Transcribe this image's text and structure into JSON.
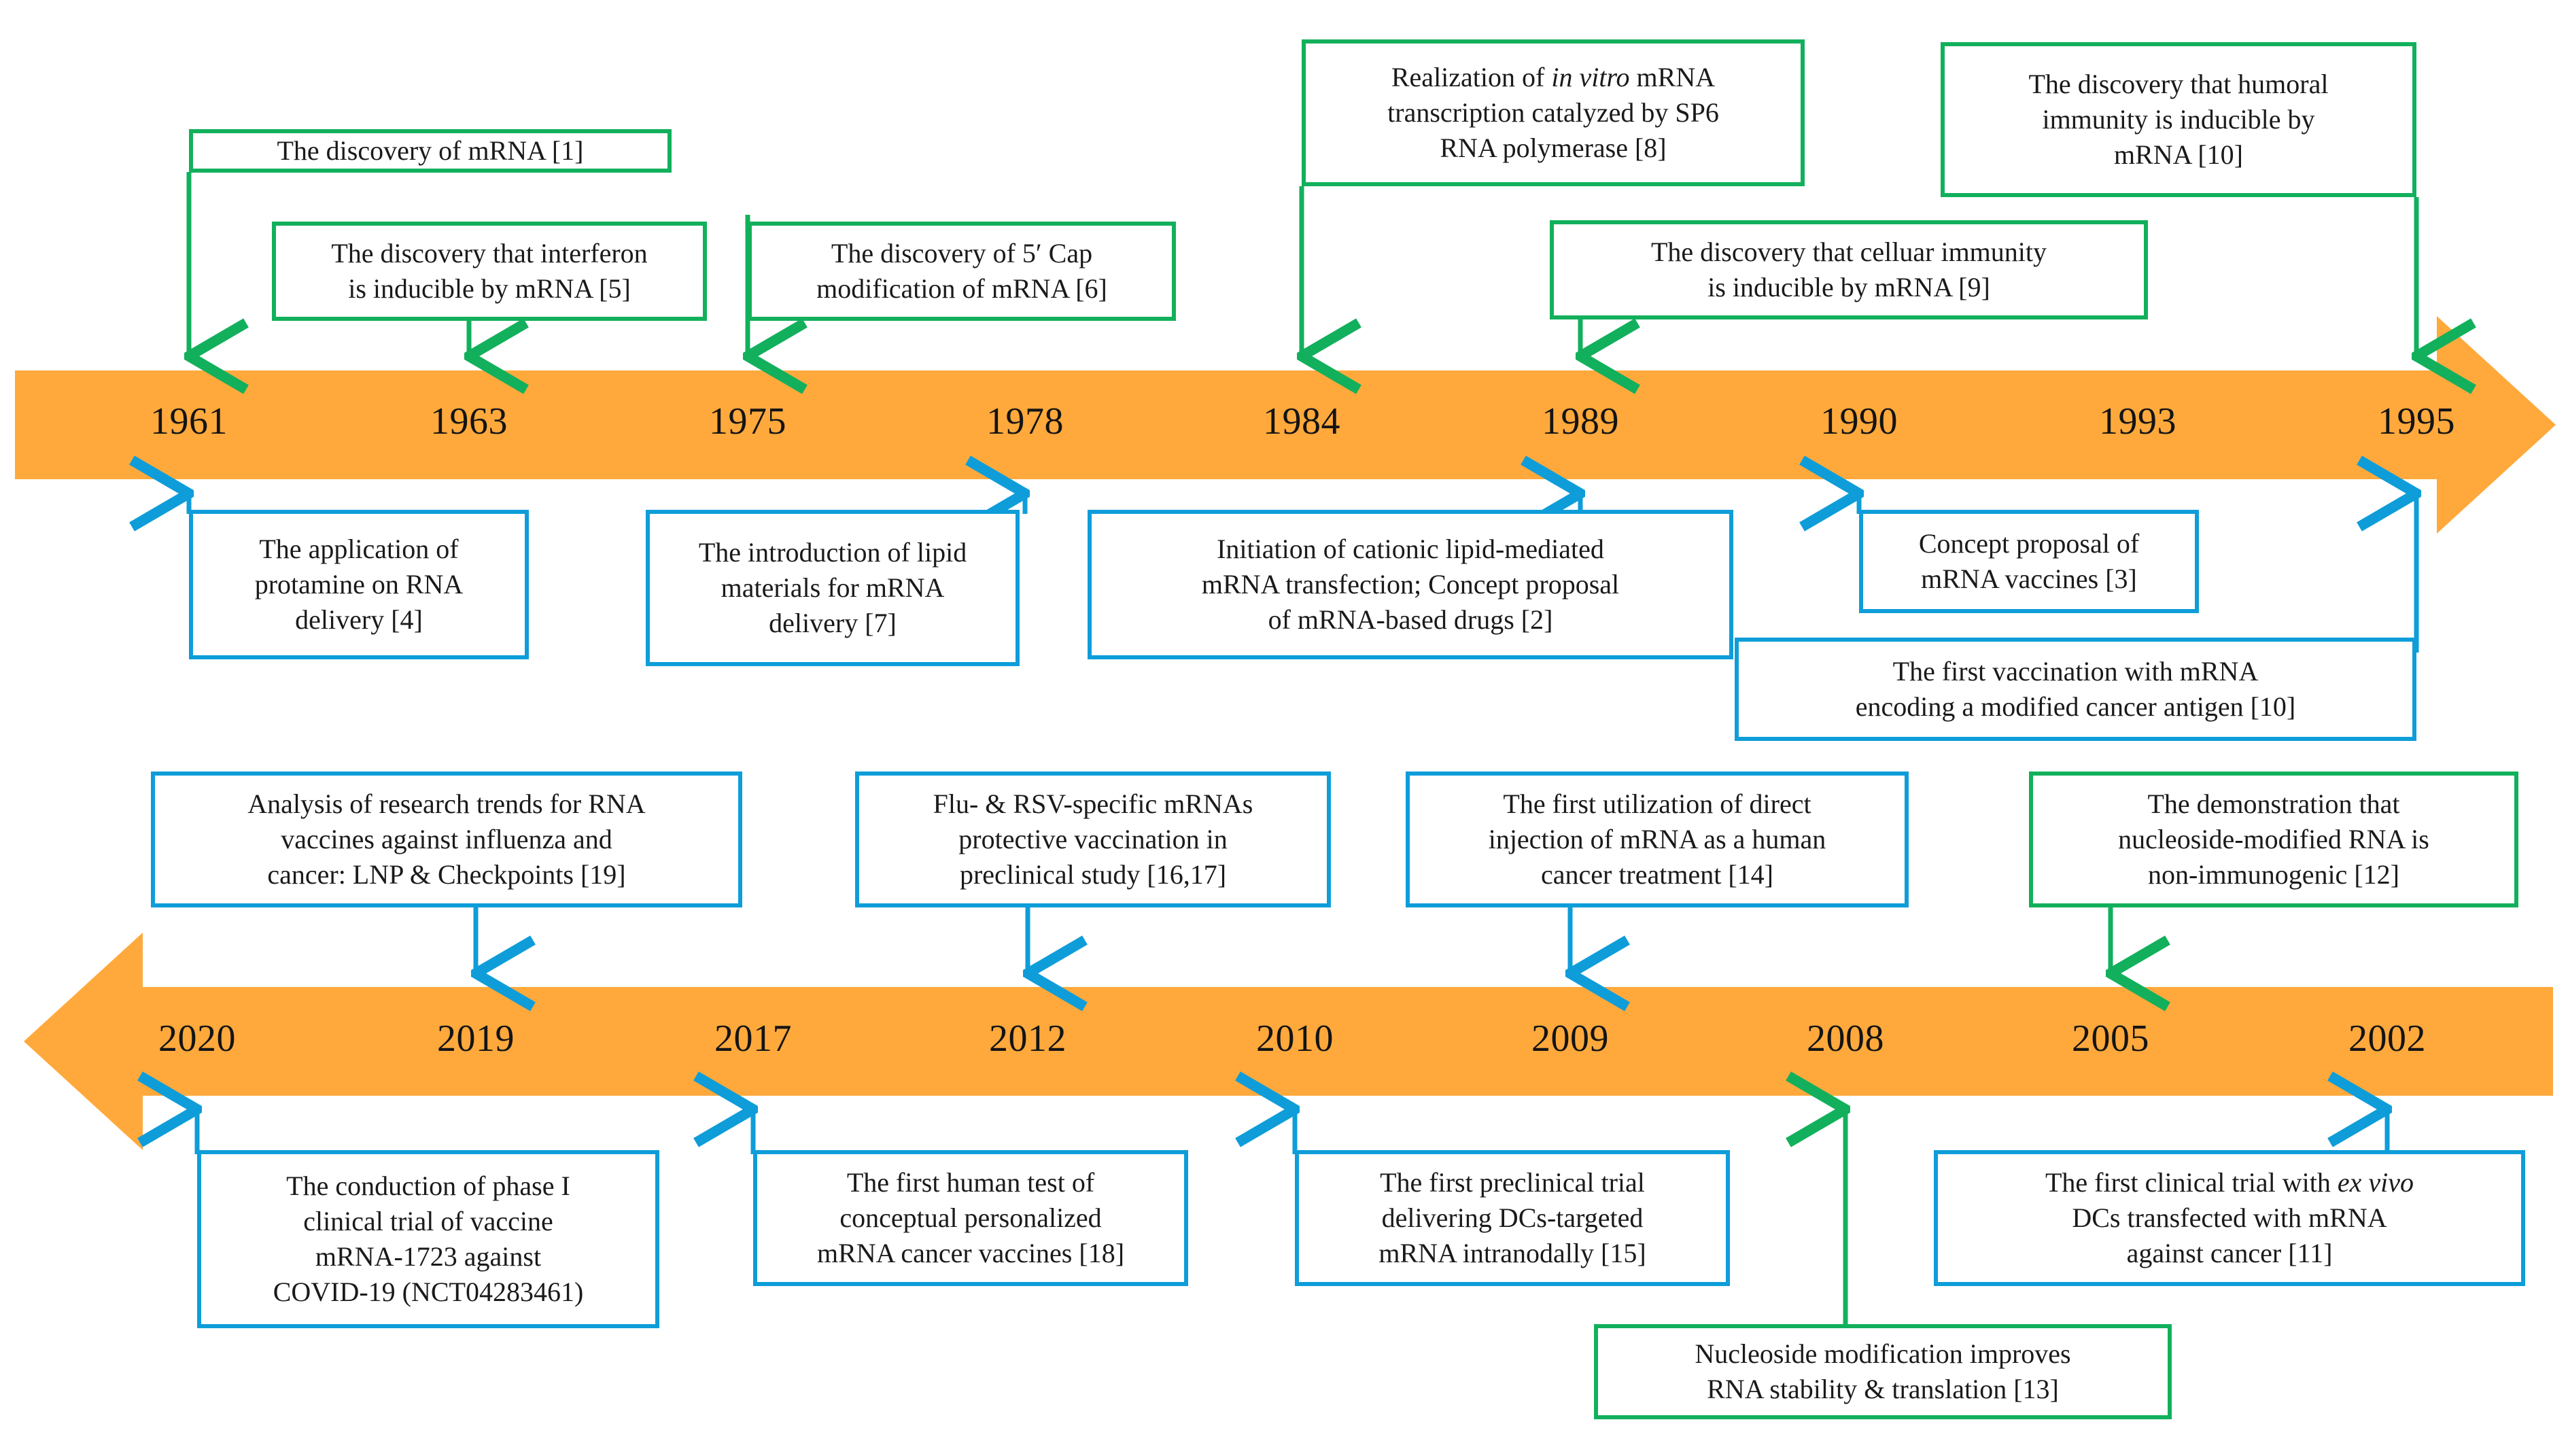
{
  "figure": {
    "type": "timeline",
    "orientation_row1": "left-to-right",
    "orientation_row2": "right-to-left (reverse chronological)",
    "colors": {
      "timeline_bar": "#FFA93C",
      "green_accent": "#12B05C",
      "blue_accent": "#0E9DD9",
      "text": "#141414",
      "background": "#FFFFFF"
    }
  },
  "timeline_1": {
    "years": [
      "1961",
      "1963",
      "1975",
      "1978",
      "1984",
      "1989",
      "1990",
      "1993",
      "1995"
    ],
    "year_x": [
      278,
      690,
      1100,
      1508,
      1915,
      2325,
      2735,
      3145,
      3555
    ],
    "above_boxes": [
      {
        "id": "t1-a1",
        "color": "green",
        "year": "1961",
        "text": "The discovery of mRNA [1]"
      },
      {
        "id": "t1-a2",
        "color": "green",
        "year": "1963",
        "text": "The discovery that interferon\nis inducible by mRNA [5]"
      },
      {
        "id": "t1-a3",
        "color": "green",
        "year": "1975",
        "text": "The discovery of 5′ Cap\nmodification of mRNA [6]"
      },
      {
        "id": "t1-a4",
        "color": "green",
        "year": "1984",
        "text": "Realization of in vitro mRNA\ntranscription catalyzed by SP6\nRNA polymerase [8]",
        "italic_fragment": "in vitro"
      },
      {
        "id": "t1-a5",
        "color": "green",
        "year": "1989",
        "text": "The discovery that celluar immunity\nis inducible by mRNA [9]"
      },
      {
        "id": "t1-a6",
        "color": "green",
        "year": "1995",
        "text": "The discovery that humoral\nimmunity is inducible by\nmRNA [10]"
      }
    ],
    "below_boxes": [
      {
        "id": "t1-b1",
        "color": "blue",
        "year": "1961",
        "text": "The application of\nprotamine on RNA\ndelivery [4]"
      },
      {
        "id": "t1-b2",
        "color": "blue",
        "year": "1978",
        "text": "The introduction of lipid\nmaterials for mRNA\ndelivery [7]"
      },
      {
        "id": "t1-b3",
        "color": "blue",
        "year": "1989",
        "text": "Initiation of cationic lipid-mediated\nmRNA transfection;  Concept proposal\nof mRNA-based drugs [2]"
      },
      {
        "id": "t1-b4",
        "color": "blue",
        "year": "1990",
        "text": "Concept proposal of\nmRNA vaccines [3]"
      },
      {
        "id": "t1-b5",
        "color": "blue",
        "year": "1995",
        "text": "The first vaccination with mRNA\nencoding a modified cancer antigen [10]"
      }
    ]
  },
  "timeline_2": {
    "years": [
      "2020",
      "2019",
      "2017",
      "2012",
      "2010",
      "2009",
      "2008",
      "2005",
      "2002"
    ],
    "year_x": [
      290,
      700,
      1108,
      1512,
      1905,
      2310,
      2715,
      3105,
      3512
    ],
    "above_boxes": [
      {
        "id": "t2-a1",
        "color": "blue",
        "year": "2019",
        "text": "Analysis of research trends for RNA\nvaccines against influenza and\ncancer: LNP & Checkpoints [19]"
      },
      {
        "id": "t2-a2",
        "color": "blue",
        "year": "2012",
        "text": "Flu- & RSV-specific mRNAs\nprotective vaccination in\npreclinical study [16,17]"
      },
      {
        "id": "t2-a3",
        "color": "blue",
        "year": "2009",
        "text": "The first utilization of direct\ninjection of mRNA as a  human\ncancer treatment [14]"
      },
      {
        "id": "t2-a4",
        "color": "green",
        "year": "2005",
        "text": "The demonstration that\nnucleoside-modified RNA is\nnon-immunogenic [12]"
      }
    ],
    "below_boxes": [
      {
        "id": "t2-b1",
        "color": "blue",
        "year": "2020",
        "text": "The conduction of phase I\nclinical trial of vaccine\nmRNA-1723 against\nCOVID-19 (NCT04283461)"
      },
      {
        "id": "t2-b2",
        "color": "blue",
        "year": "2017",
        "text": "The first human test of\nconceptual personalized\nmRNA cancer vaccines [18]"
      },
      {
        "id": "t2-b3",
        "color": "blue",
        "year": "2010",
        "text": "The first preclinical trial\ndelivering DCs-targeted\nmRNA intranodally [15]"
      },
      {
        "id": "t2-b4",
        "color": "blue",
        "year": "2002",
        "text": "The first clinical trial with ex vivo\nDCs transfected with mRNA\nagainst cancer [11]",
        "italic_fragment": "ex vivo"
      },
      {
        "id": "t2-b5",
        "color": "green",
        "year": "2008",
        "text": "Nucleoside modification improves\nRNA stability & translation [13]"
      }
    ]
  }
}
